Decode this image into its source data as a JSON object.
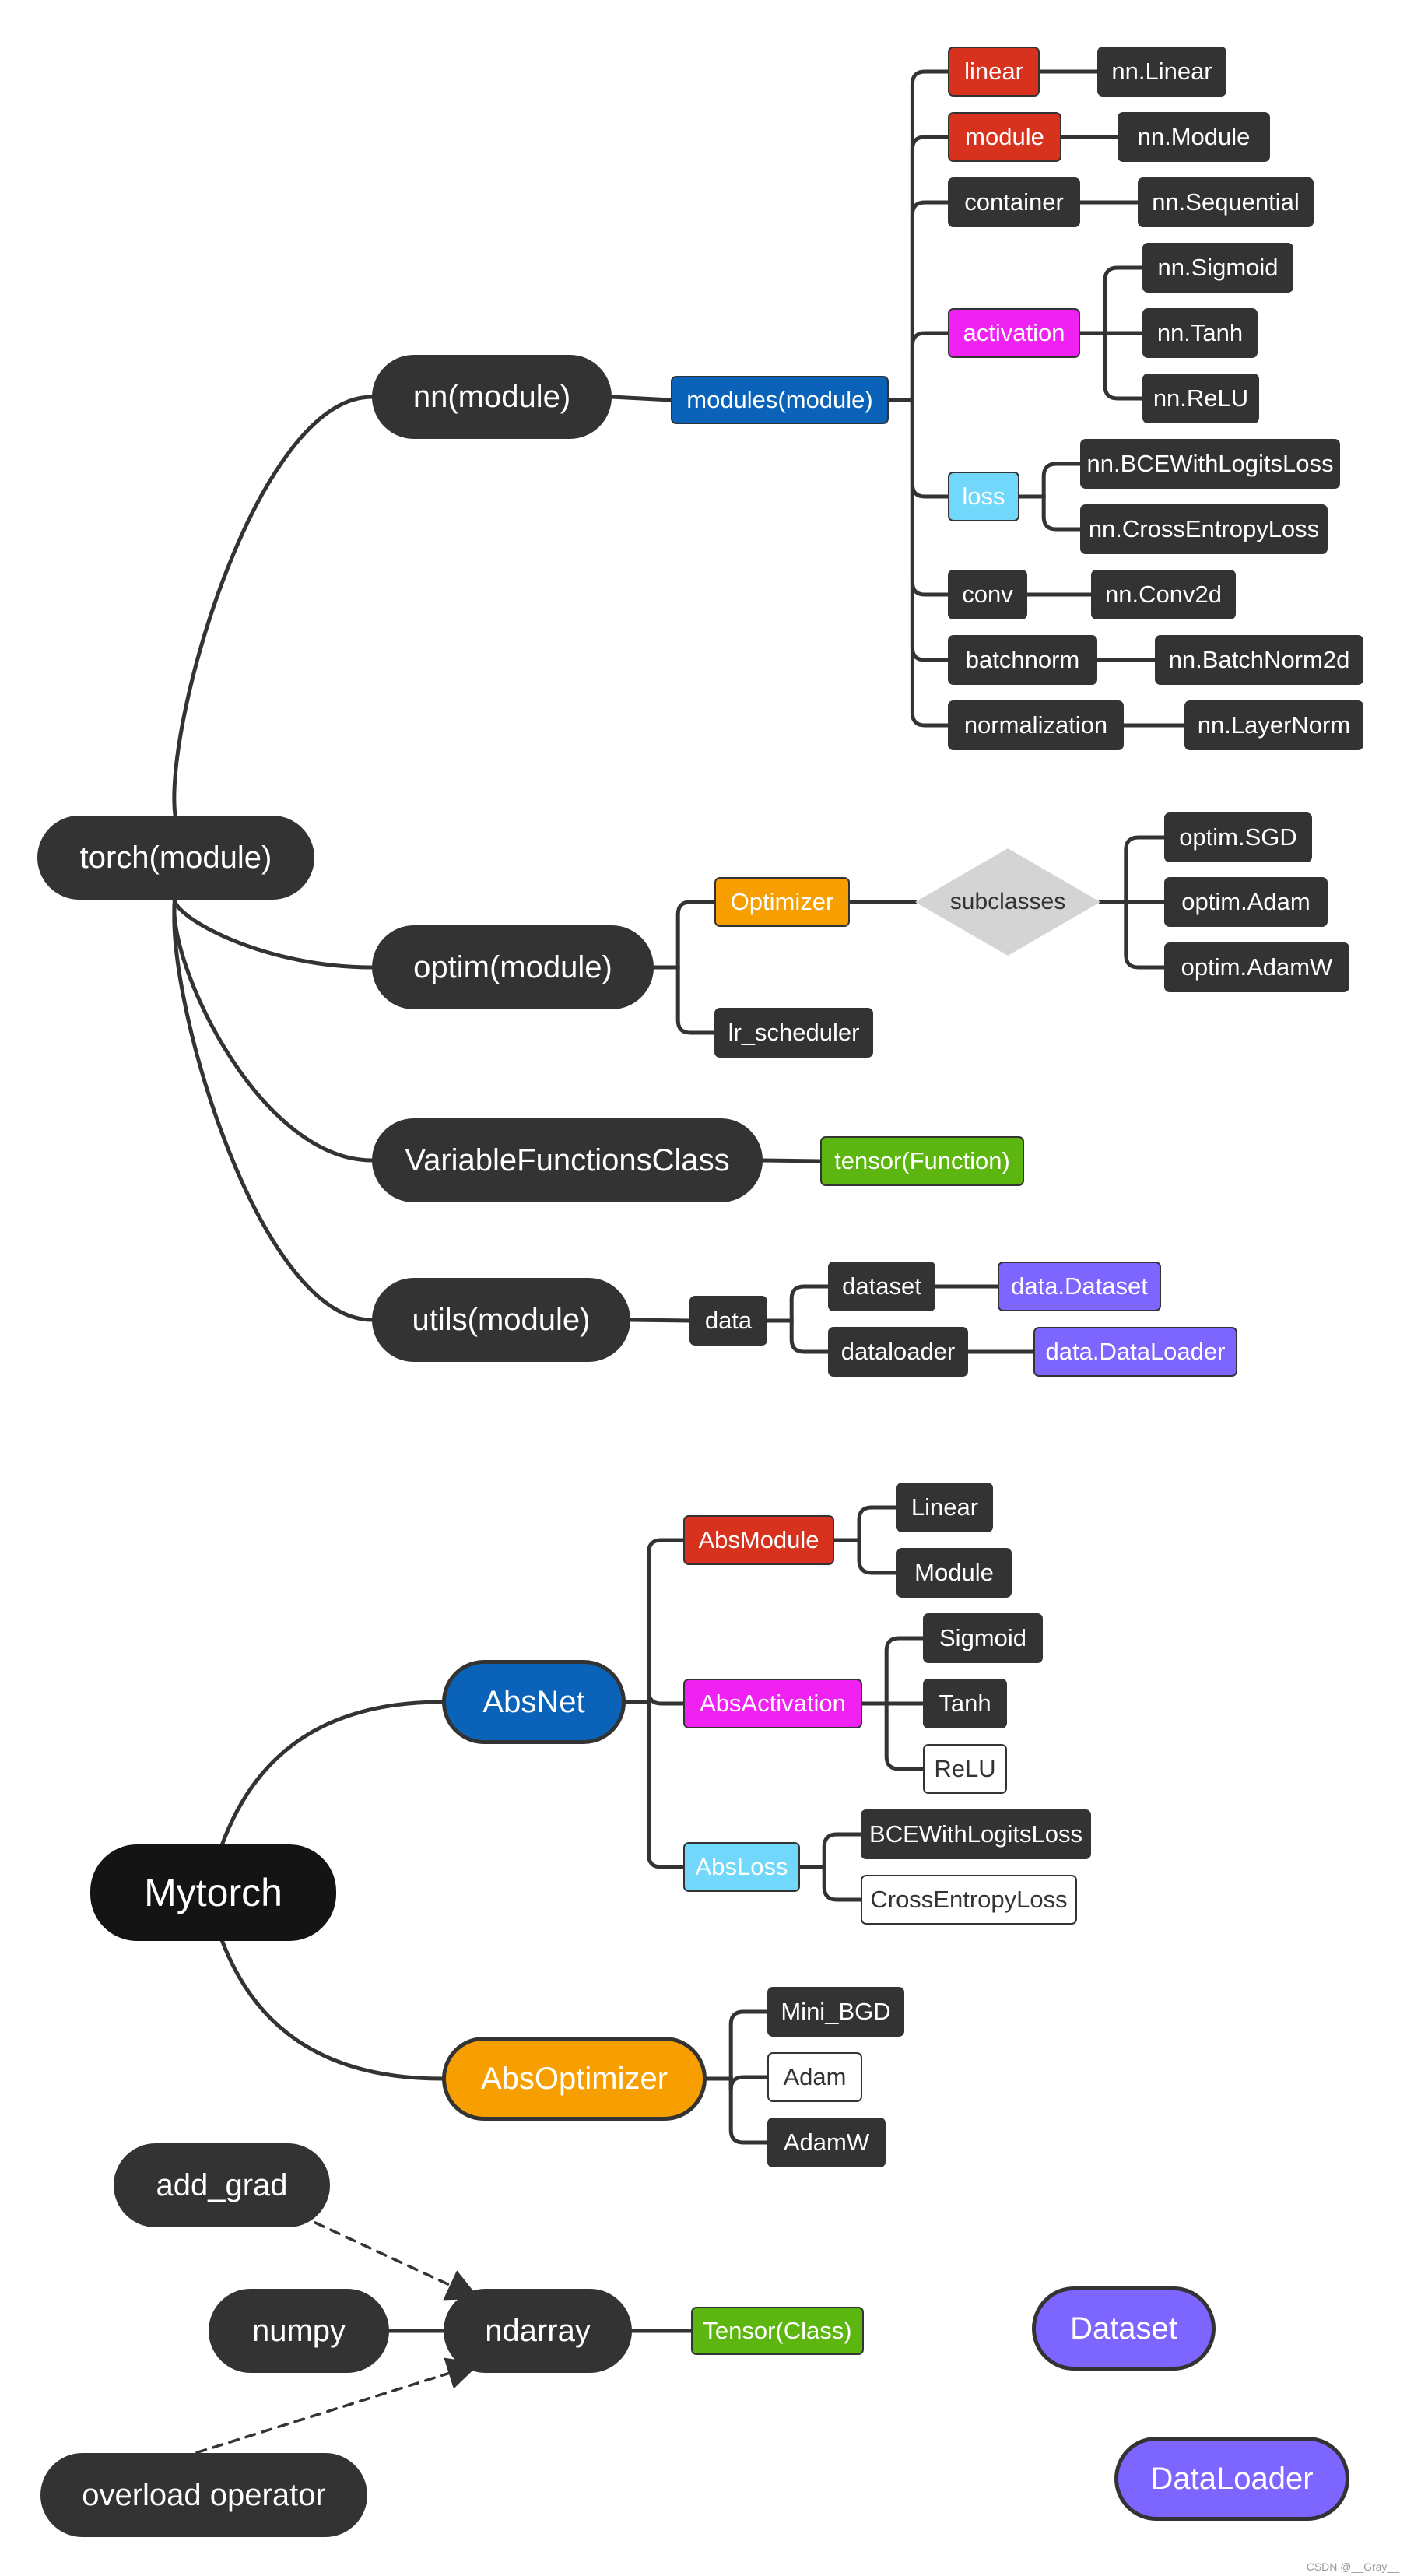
{
  "colors": {
    "dark": "#333333",
    "black": "#141414",
    "red": "#d6321e",
    "blue": "#0a63b8",
    "magenta": "#f022f2",
    "cyan": "#72d8fb",
    "orange": "#f79f00",
    "green": "#5cb60f",
    "purple": "#7c66ff",
    "gray_diamond": "#d4d4d4",
    "white": "#ffffff"
  },
  "diagram": {
    "nodes": [
      {
        "id": "torch",
        "text": "torch(module)",
        "style": "pill",
        "color": "dark"
      },
      {
        "id": "nn",
        "text": "nn(module)",
        "style": "pill",
        "color": "dark"
      },
      {
        "id": "optim",
        "text": "optim(module)",
        "style": "pill",
        "color": "dark"
      },
      {
        "id": "vfc",
        "text": "VariableFunctionsClass",
        "style": "pill",
        "color": "dark"
      },
      {
        "id": "utils",
        "text": "utils(module)",
        "style": "pill",
        "color": "dark"
      },
      {
        "id": "modules",
        "text": "modules(module)",
        "style": "box",
        "color": "blue"
      },
      {
        "id": "linear",
        "text": "linear",
        "style": "box",
        "color": "red"
      },
      {
        "id": "module",
        "text": "module",
        "style": "box",
        "color": "red"
      },
      {
        "id": "container",
        "text": "container",
        "style": "box",
        "color": "dark"
      },
      {
        "id": "activation",
        "text": "activation",
        "style": "box",
        "color": "magenta"
      },
      {
        "id": "loss",
        "text": "loss",
        "style": "box",
        "color": "cyan"
      },
      {
        "id": "conv",
        "text": "conv",
        "style": "box",
        "color": "dark"
      },
      {
        "id": "batchnorm",
        "text": "batchnorm",
        "style": "box",
        "color": "dark"
      },
      {
        "id": "normalization",
        "text": "normalization",
        "style": "box",
        "color": "dark"
      },
      {
        "id": "nnLinear",
        "text": "nn.Linear",
        "style": "box",
        "color": "dark"
      },
      {
        "id": "nnModule",
        "text": "nn.Module",
        "style": "box",
        "color": "dark"
      },
      {
        "id": "nnSequential",
        "text": "nn.Sequential",
        "style": "box",
        "color": "dark"
      },
      {
        "id": "nnSigmoid",
        "text": "nn.Sigmoid",
        "style": "box",
        "color": "dark"
      },
      {
        "id": "nnTanh",
        "text": "nn.Tanh",
        "style": "box",
        "color": "dark"
      },
      {
        "id": "nnReLU",
        "text": "nn.ReLU",
        "style": "box",
        "color": "dark"
      },
      {
        "id": "nnBCE",
        "text": "nn.BCEWithLogitsLoss",
        "style": "box",
        "color": "dark"
      },
      {
        "id": "nnCE",
        "text": "nn.CrossEntropyLoss",
        "style": "box",
        "color": "dark"
      },
      {
        "id": "nnConv2d",
        "text": "nn.Conv2d",
        "style": "box",
        "color": "dark"
      },
      {
        "id": "nnBN",
        "text": "nn.BatchNorm2d",
        "style": "box",
        "color": "dark"
      },
      {
        "id": "nnLN",
        "text": "nn.LayerNorm",
        "style": "box",
        "color": "dark"
      },
      {
        "id": "optimizer",
        "text": "Optimizer",
        "style": "box",
        "color": "orange"
      },
      {
        "id": "lrsched",
        "text": "lr_scheduler",
        "style": "box",
        "color": "dark"
      },
      {
        "id": "subclasses",
        "text": "subclasses",
        "style": "diamond",
        "color": "gray_diamond"
      },
      {
        "id": "optimSGD",
        "text": "optim.SGD",
        "style": "box",
        "color": "dark"
      },
      {
        "id": "optimAdam",
        "text": "optim.Adam",
        "style": "box",
        "color": "dark"
      },
      {
        "id": "optimAdamW",
        "text": "optim.AdamW",
        "style": "box",
        "color": "dark"
      },
      {
        "id": "tensorFn",
        "text": "tensor(Function)",
        "style": "box",
        "color": "green"
      },
      {
        "id": "data",
        "text": "data",
        "style": "box",
        "color": "dark"
      },
      {
        "id": "dataset",
        "text": "dataset",
        "style": "box",
        "color": "dark"
      },
      {
        "id": "dataloader",
        "text": "dataloader",
        "style": "box",
        "color": "dark"
      },
      {
        "id": "dataDataset",
        "text": "data.Dataset",
        "style": "box",
        "color": "purple"
      },
      {
        "id": "dataDataLoader",
        "text": "data.DataLoader",
        "style": "box",
        "color": "purple"
      },
      {
        "id": "mytorch",
        "text": "Mytorch",
        "style": "pill",
        "color": "black"
      },
      {
        "id": "absnet",
        "text": "AbsNet",
        "style": "pill",
        "color": "blue"
      },
      {
        "id": "absopt",
        "text": "AbsOptimizer",
        "style": "pill",
        "color": "orange"
      },
      {
        "id": "absmodule",
        "text": "AbsModule",
        "style": "box",
        "color": "red"
      },
      {
        "id": "absactivation",
        "text": "AbsActivation",
        "style": "box",
        "color": "magenta"
      },
      {
        "id": "absloss",
        "text": "AbsLoss",
        "style": "box",
        "color": "cyan"
      },
      {
        "id": "mLinear",
        "text": "Linear",
        "style": "box",
        "color": "dark"
      },
      {
        "id": "mModule",
        "text": "Module",
        "style": "box",
        "color": "dark"
      },
      {
        "id": "mSigmoid",
        "text": "Sigmoid",
        "style": "box",
        "color": "dark"
      },
      {
        "id": "mTanh",
        "text": "Tanh",
        "style": "box",
        "color": "dark"
      },
      {
        "id": "mReLU",
        "text": "ReLU",
        "style": "outline",
        "color": "white"
      },
      {
        "id": "mBCE",
        "text": "BCEWithLogitsLoss",
        "style": "box",
        "color": "dark"
      },
      {
        "id": "mCE",
        "text": "CrossEntropyLoss",
        "style": "outline",
        "color": "white"
      },
      {
        "id": "miniBGD",
        "text": "Mini_BGD",
        "style": "box",
        "color": "dark"
      },
      {
        "id": "mAdam",
        "text": "Adam",
        "style": "outline",
        "color": "white"
      },
      {
        "id": "mAdamW",
        "text": "AdamW",
        "style": "box",
        "color": "dark"
      },
      {
        "id": "addgrad",
        "text": "add_grad",
        "style": "pill",
        "color": "dark"
      },
      {
        "id": "numpy",
        "text": "numpy",
        "style": "pill",
        "color": "dark"
      },
      {
        "id": "ndarray",
        "text": "ndarray",
        "style": "pill",
        "color": "dark"
      },
      {
        "id": "overload",
        "text": "overload operator",
        "style": "pill",
        "color": "dark"
      },
      {
        "id": "tensorCls",
        "text": "Tensor(Class)",
        "style": "box",
        "color": "green"
      },
      {
        "id": "dsPill",
        "text": "Dataset",
        "style": "pill",
        "color": "purple"
      },
      {
        "id": "dlPill",
        "text": "DataLoader",
        "style": "pill",
        "color": "purple"
      }
    ],
    "edges": [
      {
        "from": "torch",
        "to": "nn",
        "kind": "curve"
      },
      {
        "from": "torch",
        "to": "optim",
        "kind": "curve"
      },
      {
        "from": "torch",
        "to": "vfc",
        "kind": "curve"
      },
      {
        "from": "torch",
        "to": "utils",
        "kind": "curve"
      },
      {
        "from": "nn",
        "to": "modules",
        "kind": "line"
      },
      {
        "from": "modules",
        "to": "linear",
        "kind": "bracket"
      },
      {
        "from": "modules",
        "to": "module",
        "kind": "bracket"
      },
      {
        "from": "modules",
        "to": "container",
        "kind": "bracket"
      },
      {
        "from": "modules",
        "to": "activation",
        "kind": "bracket"
      },
      {
        "from": "modules",
        "to": "loss",
        "kind": "bracket"
      },
      {
        "from": "modules",
        "to": "conv",
        "kind": "bracket"
      },
      {
        "from": "modules",
        "to": "batchnorm",
        "kind": "bracket"
      },
      {
        "from": "modules",
        "to": "normalization",
        "kind": "bracket"
      },
      {
        "from": "linear",
        "to": "nnLinear",
        "kind": "line"
      },
      {
        "from": "module",
        "to": "nnModule",
        "kind": "line"
      },
      {
        "from": "container",
        "to": "nnSequential",
        "kind": "line"
      },
      {
        "from": "activation",
        "to": "nnSigmoid",
        "kind": "bracket"
      },
      {
        "from": "activation",
        "to": "nnTanh",
        "kind": "bracket"
      },
      {
        "from": "activation",
        "to": "nnReLU",
        "kind": "bracket"
      },
      {
        "from": "loss",
        "to": "nnBCE",
        "kind": "bracket"
      },
      {
        "from": "loss",
        "to": "nnCE",
        "kind": "bracket"
      },
      {
        "from": "conv",
        "to": "nnConv2d",
        "kind": "line"
      },
      {
        "from": "batchnorm",
        "to": "nnBN",
        "kind": "line"
      },
      {
        "from": "normalization",
        "to": "nnLN",
        "kind": "line"
      },
      {
        "from": "optim",
        "to": "optimizer",
        "kind": "bracket"
      },
      {
        "from": "optim",
        "to": "lrsched",
        "kind": "bracket"
      },
      {
        "from": "optimizer",
        "to": "subclasses",
        "kind": "line"
      },
      {
        "from": "subclasses",
        "to": "optimSGD",
        "kind": "bracket"
      },
      {
        "from": "subclasses",
        "to": "optimAdam",
        "kind": "bracket"
      },
      {
        "from": "subclasses",
        "to": "optimAdamW",
        "kind": "bracket"
      },
      {
        "from": "vfc",
        "to": "tensorFn",
        "kind": "line"
      },
      {
        "from": "utils",
        "to": "data",
        "kind": "line"
      },
      {
        "from": "data",
        "to": "dataset",
        "kind": "bracket"
      },
      {
        "from": "data",
        "to": "dataloader",
        "kind": "bracket"
      },
      {
        "from": "dataset",
        "to": "dataDataset",
        "kind": "line"
      },
      {
        "from": "dataloader",
        "to": "dataDataLoader",
        "kind": "line"
      },
      {
        "from": "mytorch",
        "to": "absnet",
        "kind": "curve2"
      },
      {
        "from": "mytorch",
        "to": "absopt",
        "kind": "curve2"
      },
      {
        "from": "absnet",
        "to": "absmodule",
        "kind": "bracket"
      },
      {
        "from": "absnet",
        "to": "absactivation",
        "kind": "bracket"
      },
      {
        "from": "absnet",
        "to": "absloss",
        "kind": "bracket"
      },
      {
        "from": "absmodule",
        "to": "mLinear",
        "kind": "bracket"
      },
      {
        "from": "absmodule",
        "to": "mModule",
        "kind": "bracket"
      },
      {
        "from": "absactivation",
        "to": "mSigmoid",
        "kind": "bracket"
      },
      {
        "from": "absactivation",
        "to": "mTanh",
        "kind": "bracket"
      },
      {
        "from": "absactivation",
        "to": "mReLU",
        "kind": "bracket"
      },
      {
        "from": "absloss",
        "to": "mBCE",
        "kind": "bracket"
      },
      {
        "from": "absloss",
        "to": "mCE",
        "kind": "bracket"
      },
      {
        "from": "absopt",
        "to": "miniBGD",
        "kind": "bracket"
      },
      {
        "from": "absopt",
        "to": "mAdam",
        "kind": "bracket"
      },
      {
        "from": "absopt",
        "to": "mAdamW",
        "kind": "bracket"
      },
      {
        "from": "numpy",
        "to": "ndarray",
        "kind": "line"
      },
      {
        "from": "ndarray",
        "to": "tensorCls",
        "kind": "line"
      },
      {
        "from": "addgrad",
        "to": "ndarray",
        "kind": "dashed"
      },
      {
        "from": "overload",
        "to": "ndarray",
        "kind": "dashed"
      }
    ]
  },
  "watermark": "CSDN @__Gray__"
}
